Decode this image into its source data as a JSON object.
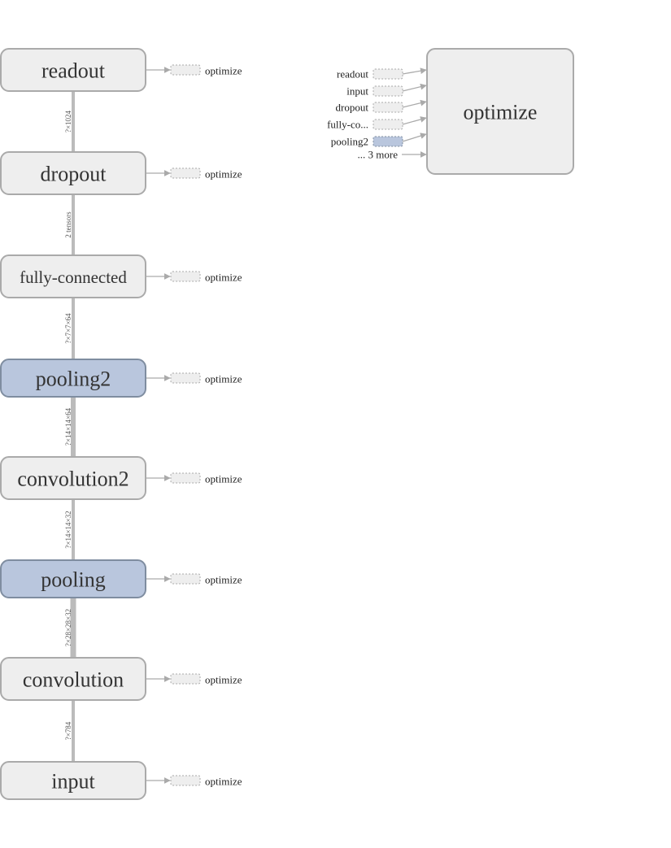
{
  "chain": [
    {
      "id": "readout",
      "label": "readout",
      "highlight": false,
      "stub_label": "optimize"
    },
    {
      "id": "dropout",
      "label": "dropout",
      "highlight": false,
      "stub_label": "optimize"
    },
    {
      "id": "fully-connected",
      "label": "fully-connected",
      "highlight": false,
      "stub_label": "optimize"
    },
    {
      "id": "pooling2",
      "label": "pooling2",
      "highlight": true,
      "stub_label": "optimize"
    },
    {
      "id": "convolution2",
      "label": "convolution2",
      "highlight": false,
      "stub_label": "optimize"
    },
    {
      "id": "pooling",
      "label": "pooling",
      "highlight": true,
      "stub_label": "optimize"
    },
    {
      "id": "convolution",
      "label": "convolution",
      "highlight": false,
      "stub_label": "optimize"
    },
    {
      "id": "input",
      "label": "input",
      "highlight": false,
      "stub_label": "optimize"
    }
  ],
  "edges": [
    {
      "label": "?×1024"
    },
    {
      "label": "2 tensors"
    },
    {
      "label": "?×7×7×64"
    },
    {
      "label": "?×14×14×64"
    },
    {
      "label": "?×14×14×32"
    },
    {
      "label": "?×28×28×32"
    },
    {
      "label": "?×784"
    }
  ],
  "optimize_node": {
    "label": "optimize",
    "inputs": [
      {
        "label": "readout",
        "highlight": false
      },
      {
        "label": "input",
        "highlight": false
      },
      {
        "label": "dropout",
        "highlight": false
      },
      {
        "label": "fully-co...",
        "highlight": false
      },
      {
        "label": "pooling2",
        "highlight": true
      }
    ],
    "more_label": "... 3 more"
  },
  "colors": {
    "node_fill": "#eeeeee",
    "node_stroke": "#aaaaaa",
    "highlight_fill": "#b9c6dd",
    "highlight_stroke": "#7f8da0",
    "edge": "#bbbbbb"
  }
}
